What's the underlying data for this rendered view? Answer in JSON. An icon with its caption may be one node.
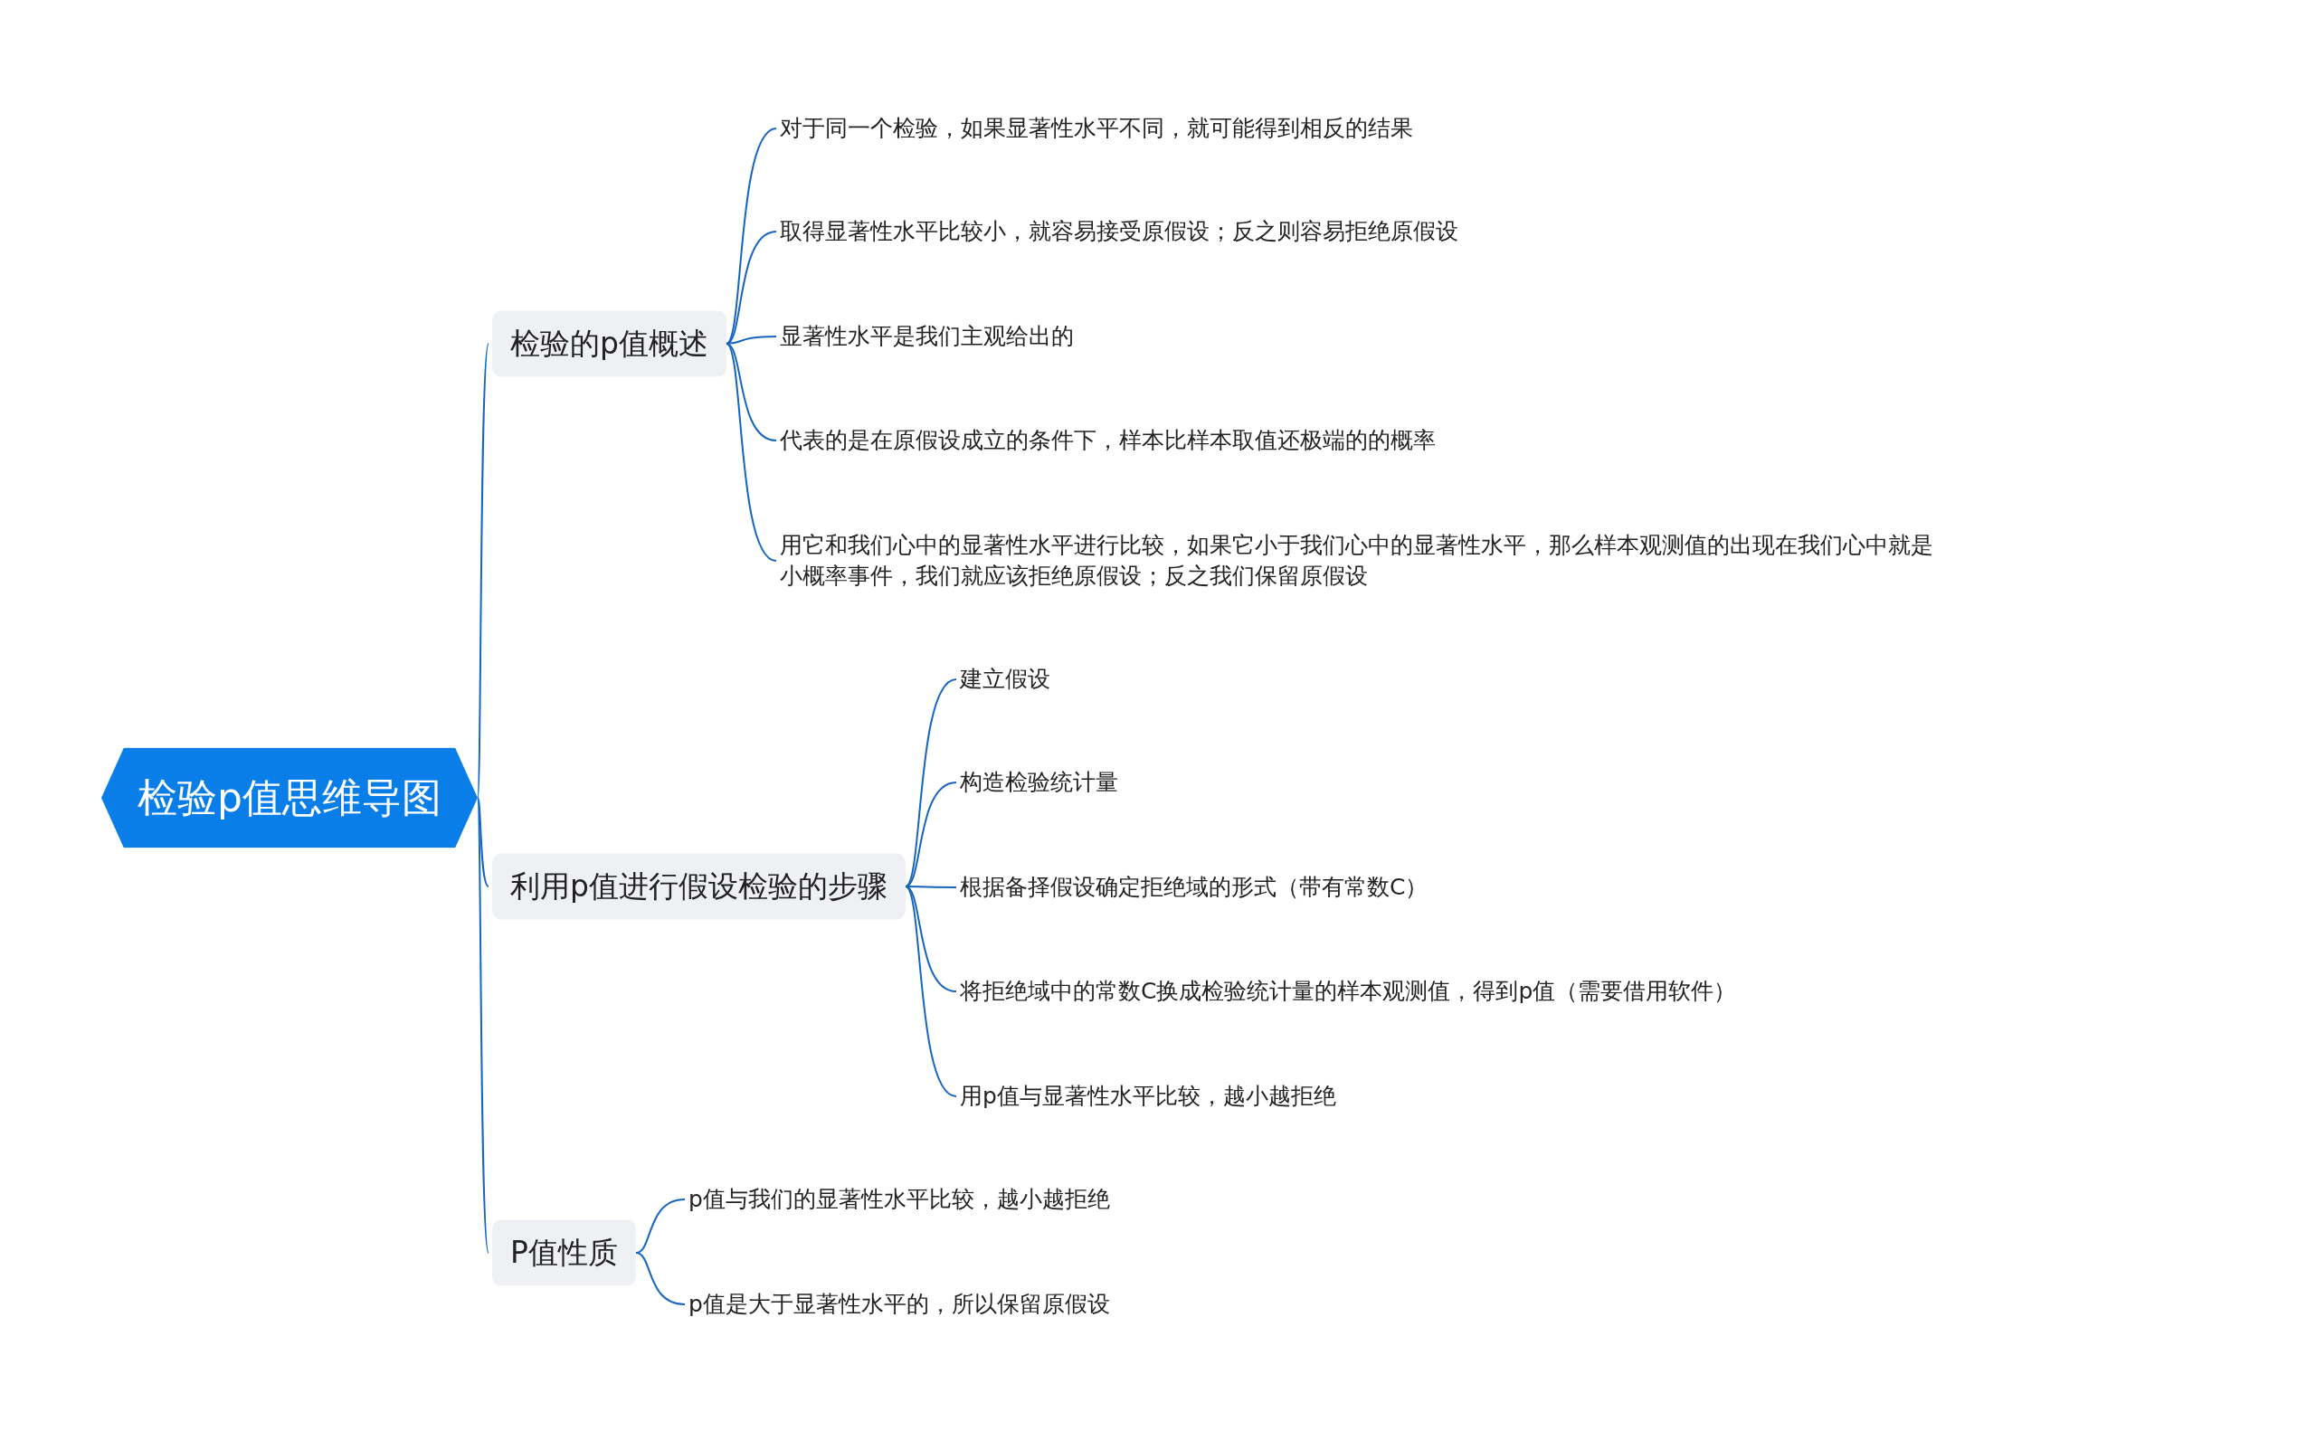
{
  "diagram": {
    "nodes": [
      {
        "text": [
          "检验p值思维导图"
        ]
      },
      {
        "text": [
          "检验的p值概述"
        ]
      },
      {
        "text": [
          "对于同一个检验，如果显著性水平不同，就可能得到相反的结果"
        ]
      },
      {
        "text": [
          "取得显著性水平比较小，就容易接受原假设；反之则容易拒绝原假设"
        ]
      },
      {
        "text": [
          "显著性水平是我们主观给出的"
        ]
      },
      {
        "text": [
          "代表的是在原假设成立的条件下，样本比样本取值还极端的的概率"
        ]
      },
      {
        "text": [
          "用它和我们心中的显著性水平进行比较，如果它小于我们心中的显著性水平，那么样本观测值的出现在我们心中就是小概率事件，我们就应该拒绝原假设；反之我们保留原假设"
        ]
      },
      {
        "text": [
          "利用p值进行假设检验的步骤"
        ]
      },
      {
        "text": [
          "建立假设"
        ]
      },
      {
        "text": [
          "构造检验统计量"
        ]
      },
      {
        "text": [
          "根据备择假设确定拒绝域的形式（带有常数C）"
        ]
      },
      {
        "text": [
          "将拒绝域中的常数C换成检验统计量的样本观测值，得到p值（需要借用软件）"
        ]
      },
      {
        "text": [
          "用p值与显著性水平比较，越小越拒绝"
        ]
      },
      {
        "text": [
          "P值性质"
        ]
      },
      {
        "text": [
          "p值与我们的显著性水平比较，越小越拒绝"
        ]
      },
      {
        "text": [
          "p值是大于显著性水平的，所以保留原假设"
        ]
      }
    ],
    "edges": [
      {
        "from": 0,
        "to": 1,
        "arrow": "none"
      },
      {
        "from": 1,
        "to": 2,
        "arrow": "none"
      },
      {
        "from": 1,
        "to": 3,
        "arrow": "none"
      },
      {
        "from": 1,
        "to": 4,
        "arrow": "none"
      },
      {
        "from": 1,
        "to": 5,
        "arrow": "none"
      },
      {
        "from": 1,
        "to": 6,
        "arrow": "none"
      },
      {
        "from": 0,
        "to": 7,
        "arrow": "none"
      },
      {
        "from": 7,
        "to": 8,
        "arrow": "none"
      },
      {
        "from": 7,
        "to": 9,
        "arrow": "none"
      },
      {
        "from": 7,
        "to": 10,
        "arrow": "none"
      },
      {
        "from": 7,
        "to": 11,
        "arrow": "none"
      },
      {
        "from": 7,
        "to": 12,
        "arrow": "none"
      },
      {
        "from": 0,
        "to": 13,
        "arrow": "none"
      },
      {
        "from": 13,
        "to": 14,
        "arrow": "none"
      },
      {
        "from": 13,
        "to": 15,
        "arrow": "none"
      }
    ]
  }
}
